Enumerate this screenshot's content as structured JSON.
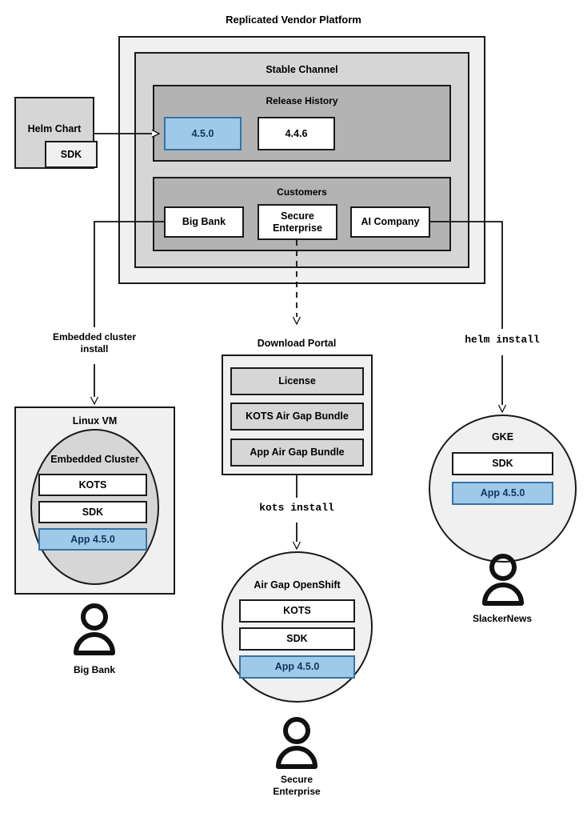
{
  "diagram": {
    "title": "Replicated Vendor Platform",
    "platform": {
      "channel_title": "Stable Channel",
      "release_history": {
        "title": "Release History",
        "releases": [
          {
            "version": "4.5.0",
            "current": true
          },
          {
            "version": "4.4.6",
            "current": false
          }
        ]
      },
      "customers": {
        "title": "Customers",
        "items": [
          {
            "name": "Big Bank"
          },
          {
            "name": "Secure Enterprise"
          },
          {
            "name": "AI Company"
          }
        ]
      }
    },
    "source": {
      "label": "Helm Chart",
      "sub_label": "SDK"
    },
    "install_labels": {
      "embedded": "Embedded cluster\ninstall",
      "kots": "kots install",
      "helm": "helm install"
    },
    "download_portal": {
      "title": "Download Portal",
      "artifacts": [
        "License",
        "KOTS Air Gap Bundle",
        "App Air Gap Bundle"
      ]
    },
    "targets": [
      {
        "id": "linux-vm",
        "title": "Linux VM",
        "inner_title": "Embedded Cluster",
        "components": [
          {
            "label": "KOTS",
            "highlight": false
          },
          {
            "label": "SDK",
            "highlight": false
          },
          {
            "label": "App 4.5.0",
            "highlight": true
          }
        ],
        "actor": "Big Bank"
      },
      {
        "id": "airgap-openshift",
        "title": "Air Gap OpenShift",
        "components": [
          {
            "label": "KOTS",
            "highlight": false
          },
          {
            "label": "SDK",
            "highlight": false
          },
          {
            "label": "App 4.5.0",
            "highlight": true
          }
        ],
        "actor": "Secure\nEnterprise"
      },
      {
        "id": "gke",
        "title": "GKE",
        "components": [
          {
            "label": "SDK",
            "highlight": false
          },
          {
            "label": "App 4.5.0",
            "highlight": true
          }
        ],
        "actor": "SlackerNews"
      }
    ],
    "colors": {
      "highlight_fill": "#9ec9e8",
      "highlight_stroke": "#3573a5",
      "highlight_text": "#10365c",
      "stroke": "#1a1a1a",
      "shade_lt": "#f0f0f0",
      "shade_md": "#d6d6d6",
      "shade_dk": "#b3b3b3"
    }
  }
}
